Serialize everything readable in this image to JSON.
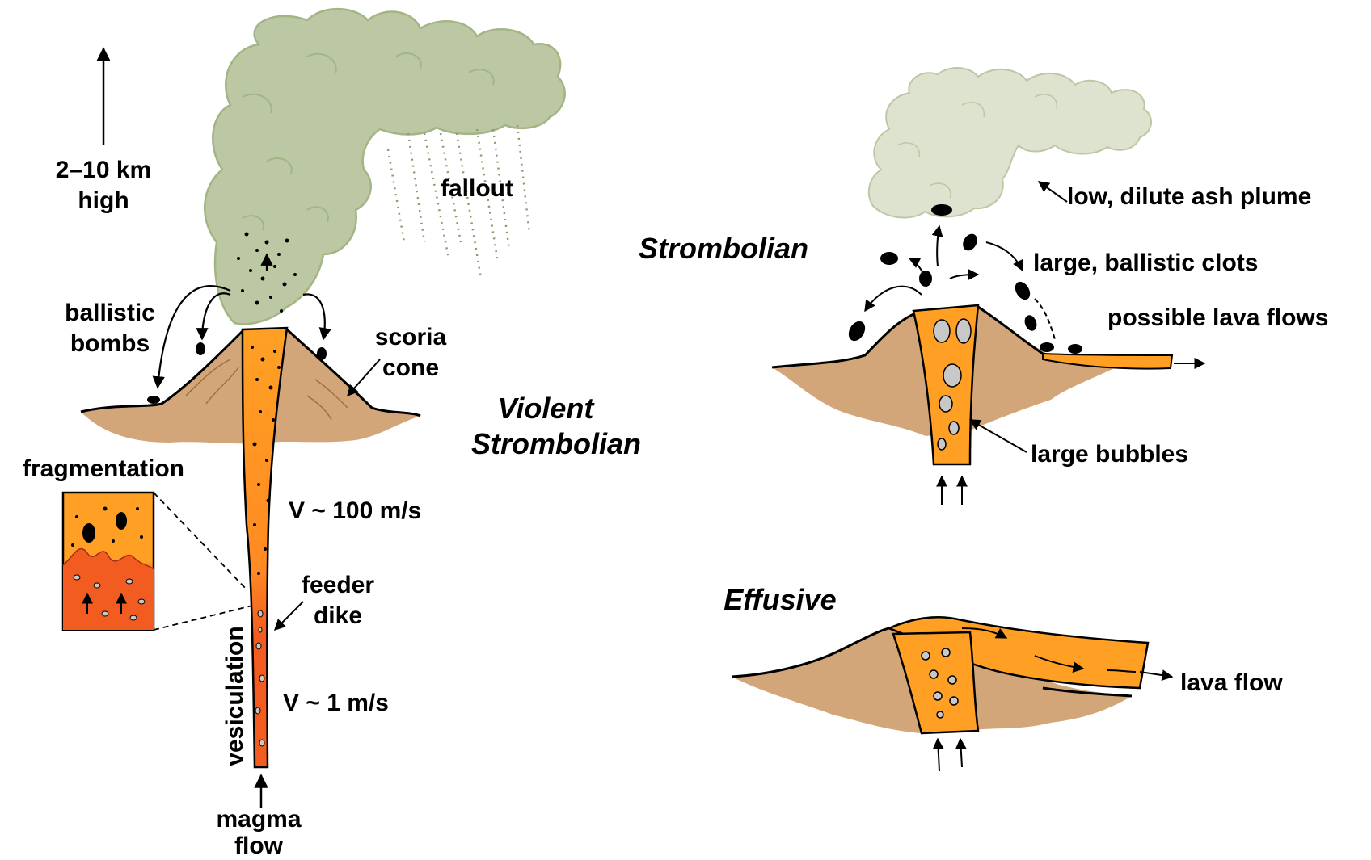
{
  "colors": {
    "ground": "#d2a679",
    "plume_dark": "#bcc7a4",
    "plume_light": "#dde3cf",
    "plume_outline": "#a3b585",
    "magma_orange": "#ffa024",
    "magma_red": "#f25c20",
    "outline": "#000000",
    "bubble": "#c8c8c8"
  },
  "icons": [
    "height-arrow-icon",
    "flow-arrow-icon",
    "bomb-icon",
    "bubble-icon"
  ],
  "violent_strombolian": {
    "title_line1": "Violent",
    "title_line2": "Strombolian",
    "height_line1": "2–10 km",
    "height_line2": "high",
    "fallout": "fallout",
    "bombs_line1": "ballistic",
    "bombs_line2": "bombs",
    "cone_line1": "scoria",
    "cone_line2": "cone",
    "fragmentation": "fragmentation",
    "velocity_upper": "V ~ 100 m/s",
    "feeder_line1": "feeder",
    "feeder_line2": "dike",
    "vesiculation": "vesiculation",
    "velocity_lower": "V ~ 1 m/s",
    "magma_line1": "magma",
    "magma_line2": "flow"
  },
  "strombolian": {
    "title": "Strombolian",
    "plume": "low, dilute ash plume",
    "clots": "large, ballistic clots",
    "lava_flows": "possible lava flows",
    "bubbles": "large bubbles"
  },
  "effusive": {
    "title": "Effusive",
    "lava_flow": "lava flow"
  }
}
